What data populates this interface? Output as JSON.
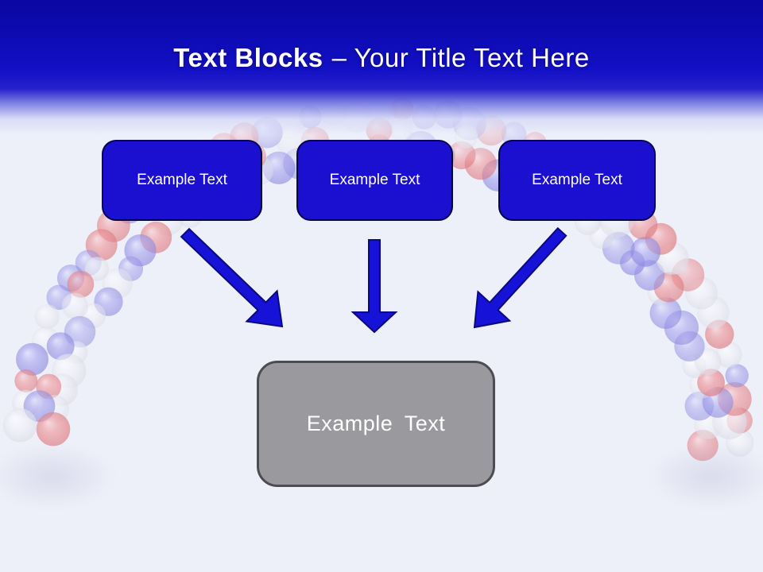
{
  "slide": {
    "title": {
      "emphasis": "Text Blocks",
      "tail": "– Your Title Text Here"
    },
    "blocks": [
      {
        "label": "Example Text"
      },
      {
        "label": "Example Text"
      },
      {
        "label": "Example Text"
      }
    ],
    "result_block": {
      "label": "Example Text"
    },
    "colors": {
      "background": "#eef0f9",
      "header_top": "#0a08a0",
      "header_mid": "#1310c6",
      "block_fill": "#1b10cf",
      "block_border": "#05034f",
      "arrow_fill": "#1712d8",
      "arrow_border": "#0a0880",
      "result_fill": "#9a999d",
      "result_border": "#4d4c52",
      "balloon_red": "#ee9599",
      "balloon_white": "#f1f1f6",
      "balloon_blue": "#a8a6ef"
    }
  }
}
